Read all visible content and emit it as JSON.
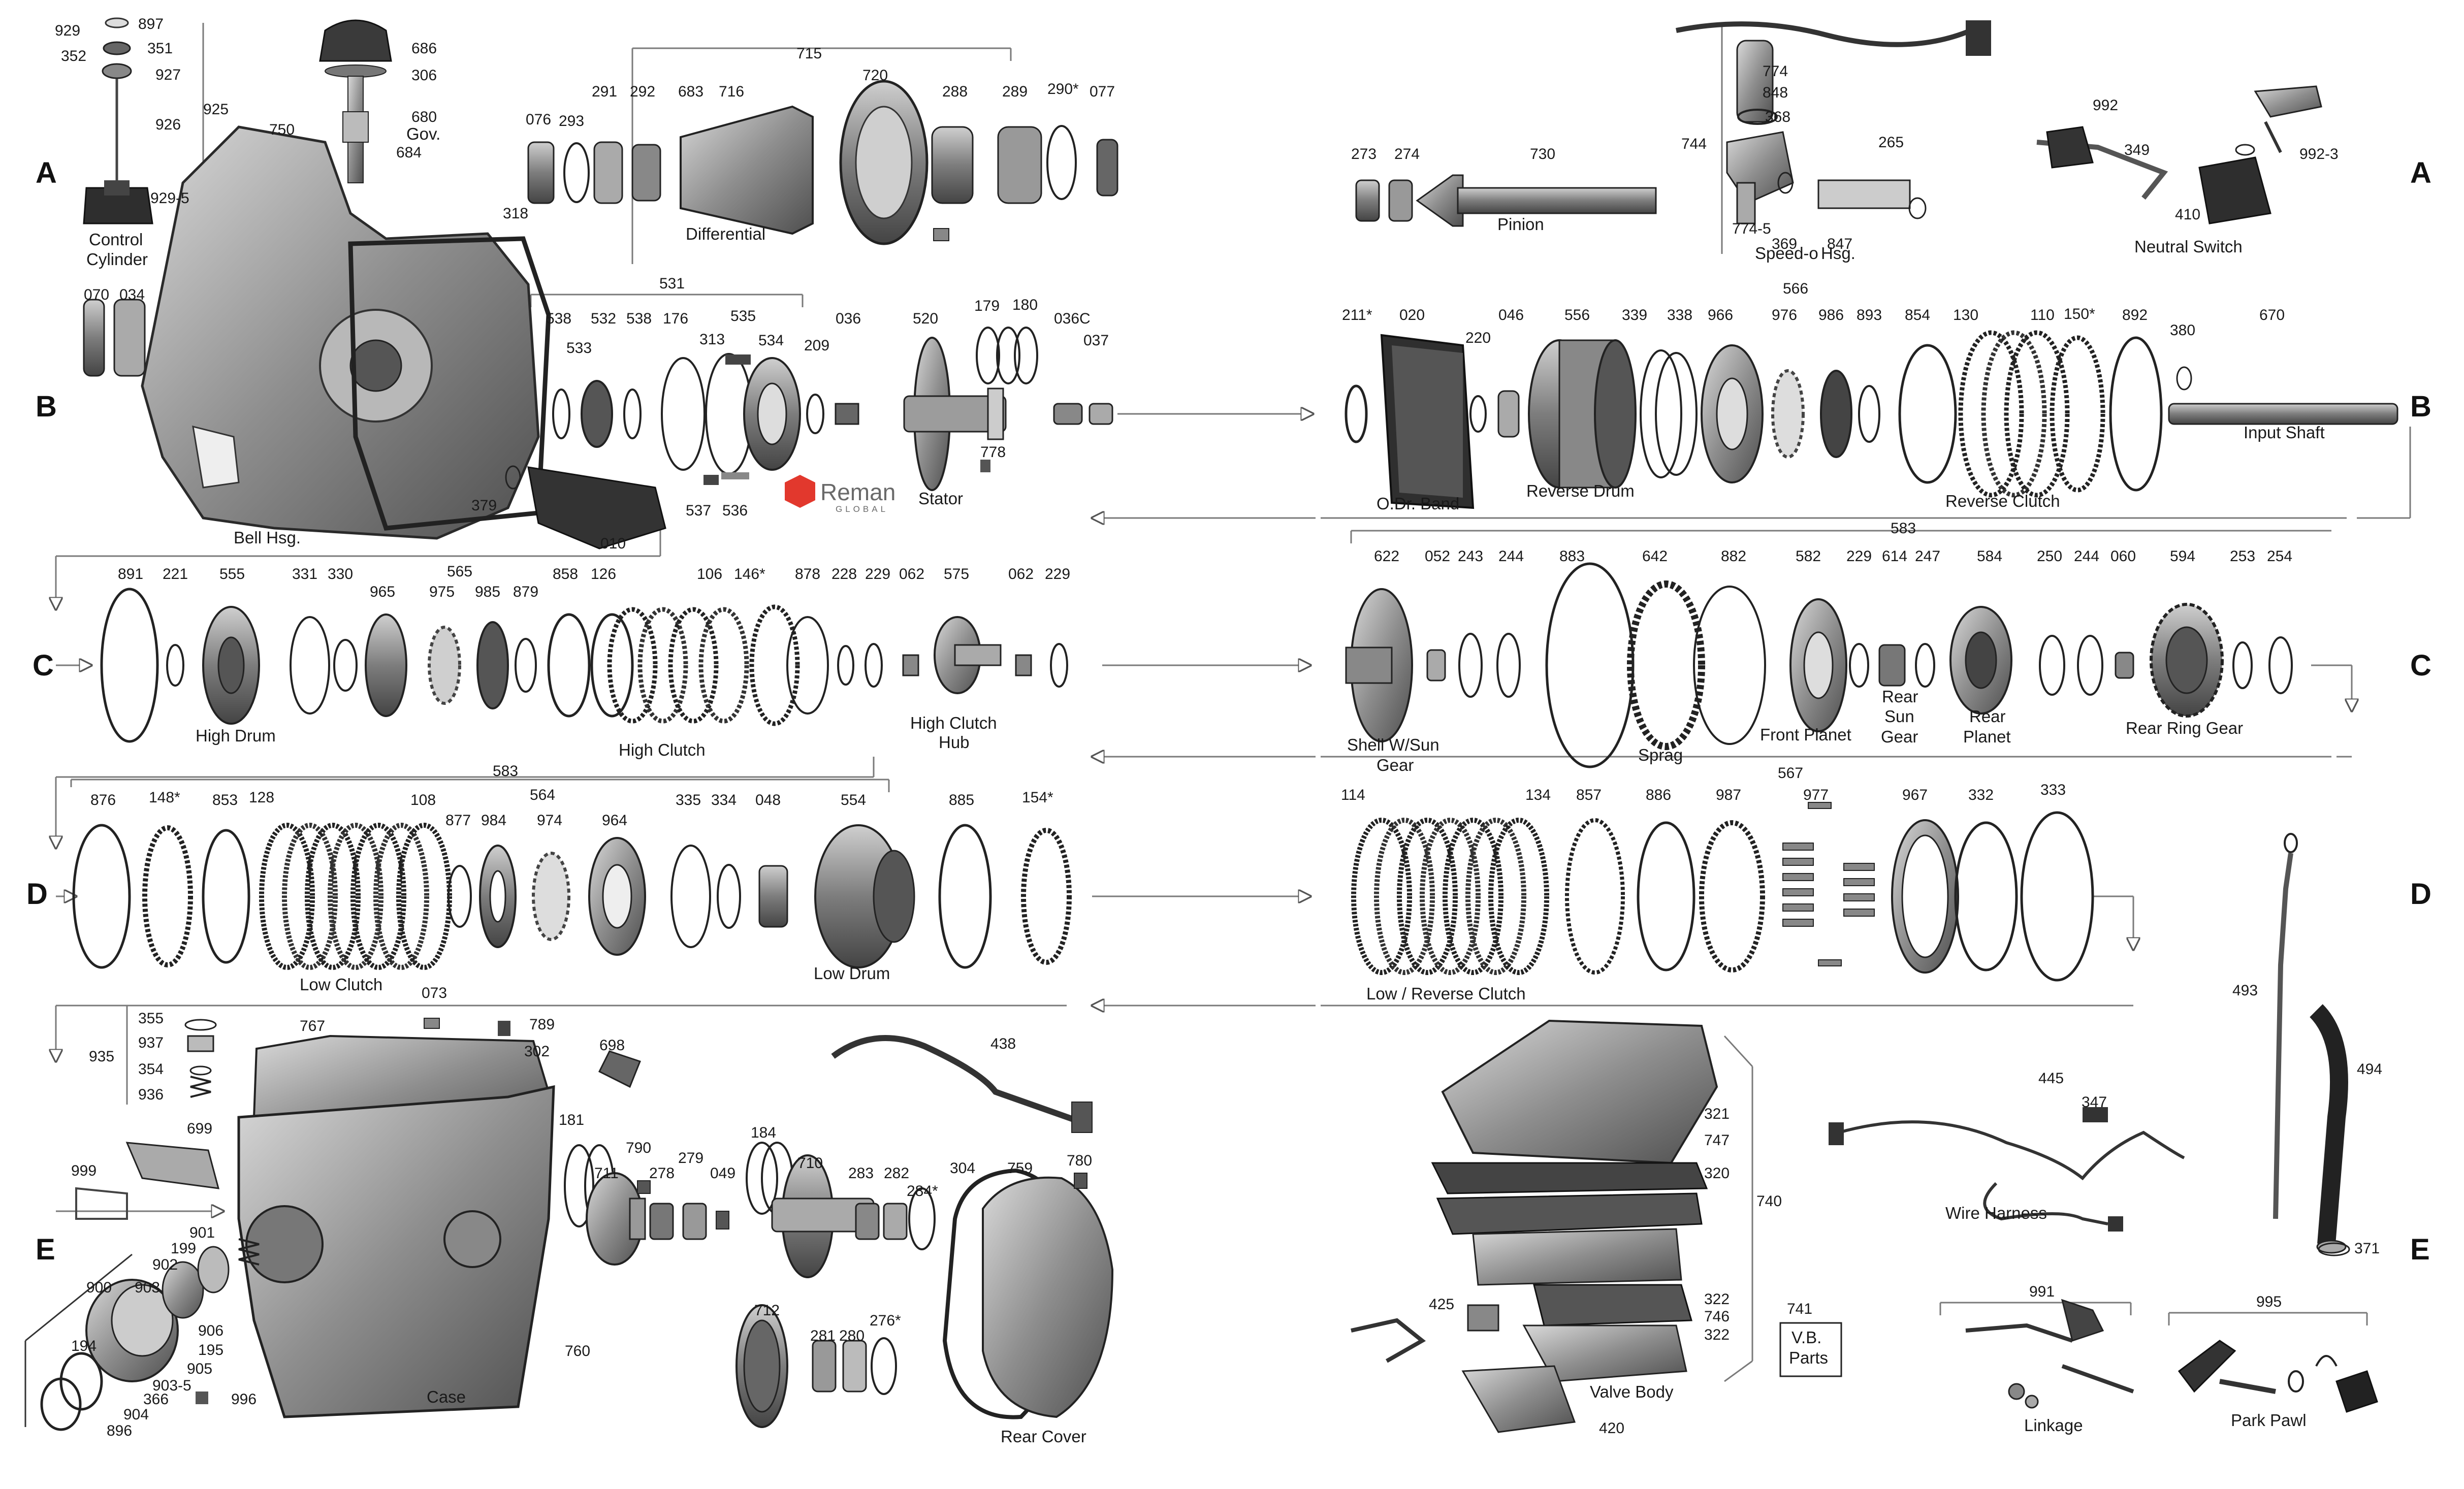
{
  "row_letters": [
    "A",
    "B",
    "C",
    "D",
    "E"
  ],
  "logo": {
    "text": "Reman",
    "sub": "GLOBAL",
    "accent": "#e2382d"
  },
  "ink": "#1a1a1a",
  "part_fill": "#9a9a9a",
  "labels": [
    "929",
    "897",
    "351",
    "352",
    "927",
    "926",
    "925",
    "929-5",
    "686",
    "306",
    "680",
    "684",
    "750",
    "715",
    "291",
    "292",
    "683",
    "716",
    "720",
    "288",
    "289",
    "290*",
    "077",
    "076",
    "293",
    "318",
    "070",
    "034",
    "531",
    "538",
    "532",
    "538",
    "176",
    "313",
    "535",
    "534",
    "209",
    "036",
    "520",
    "179",
    "180",
    "036C",
    "037",
    "533",
    "778",
    "379",
    "537",
    "536",
    "010",
    "891",
    "221",
    "555",
    "331",
    "330",
    "565",
    "965",
    "975",
    "985",
    "879",
    "858",
    "126",
    "106",
    "146*",
    "878",
    "228",
    "229",
    "062",
    "575",
    "062",
    "229",
    "583",
    "876",
    "148*",
    "853",
    "128",
    "108",
    "564",
    "877",
    "984",
    "974",
    "964",
    "335",
    "334",
    "048",
    "554",
    "885",
    "154*",
    "073",
    "789",
    "355",
    "937",
    "354",
    "936",
    "935",
    "767",
    "302",
    "698",
    "438",
    "699",
    "999",
    "181",
    "711",
    "790",
    "278",
    "279",
    "049",
    "184",
    "710",
    "283",
    "282",
    "284*",
    "304",
    "759",
    "780",
    "901",
    "199",
    "902",
    "903",
    "906",
    "195",
    "900",
    "905",
    "194",
    "903-5",
    "996",
    "366",
    "904",
    "896",
    "760",
    "712",
    "281",
    "280",
    "276*",
    "273",
    "274",
    "730",
    "774",
    "848",
    "368",
    "265",
    "744",
    "774-5",
    "369",
    "847",
    "992",
    "349",
    "992-3",
    "410",
    "211*",
    "020",
    "220",
    "046",
    "556",
    "339",
    "338",
    "566",
    "966",
    "976",
    "986",
    "893",
    "854",
    "130",
    "110",
    "150*",
    "892",
    "380",
    "670",
    "583",
    "622",
    "052",
    "243",
    "244",
    "883",
    "642",
    "882",
    "582",
    "229",
    "614",
    "247",
    "584",
    "250",
    "244",
    "060",
    "594",
    "253",
    "254",
    "114",
    "134",
    "857",
    "567",
    "886",
    "987",
    "977",
    "967",
    "332",
    "333",
    "493",
    "494",
    "445",
    "347",
    "321",
    "747",
    "320",
    "740",
    "425",
    "322",
    "746",
    "322",
    "741",
    "991",
    "995",
    "371",
    "420"
  ],
  "captions": {
    "control_cylinder": [
      "Control",
      "Cylinder"
    ],
    "gov": "Gov.",
    "differential": "Differential",
    "bell_hsg": "Bell Hsg.",
    "stator": "Stator",
    "high_drum": "High Drum",
    "high_clutch": "High Clutch",
    "high_clutch_hub": [
      "High Clutch",
      "Hub"
    ],
    "low_clutch": "Low Clutch",
    "low_drum": "Low Drum",
    "case": "Case",
    "rear_cover": "Rear Cover",
    "pinion": "Pinion",
    "speedo_hsg": [
      "Speed-o",
      "Hsg."
    ],
    "neutral_switch": "Neutral Switch",
    "odr_band": "O.Dr. Band",
    "reverse_drum": "Reverse Drum",
    "reverse_clutch": "Reverse Clutch",
    "input_shaft": "Input Shaft",
    "shell_sun_gear": [
      "Shell W/Sun",
      "Gear"
    ],
    "sprag": "Sprag",
    "front_planet": "Front Planet",
    "rear_sun_gear": [
      "Rear",
      "Sun",
      "Gear"
    ],
    "rear_planet": [
      "Rear",
      "Planet"
    ],
    "rear_ring_gear": "Rear Ring Gear",
    "low_reverse_clutch": "Low / Reverse Clutch",
    "wire_harness": "Wire Harness",
    "valve_body": "Valve Body",
    "vb_parts": [
      "V.B.",
      "Parts"
    ],
    "linkage": "Linkage",
    "park_pawl": "Park Pawl"
  }
}
